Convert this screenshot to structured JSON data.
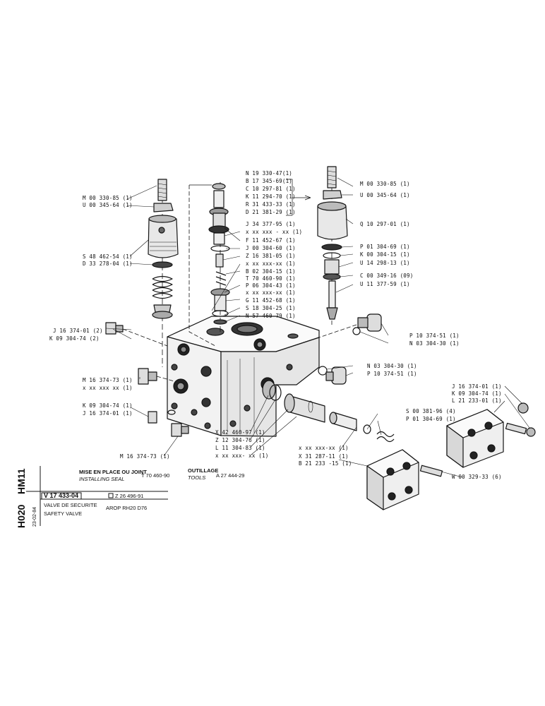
{
  "callouts_top_center": [
    "N 19  330-47(1)",
    "B 17  345-69(1)",
    "C 10  297-81 (1)",
    "K 11  294-70 (1)",
    "R 31  433-33 (1)",
    "D 21  381-29 (1)"
  ],
  "callouts_center": [
    "J 34  377-95 (1)",
    "x xx  xxx - xx  (1)",
    "F 11  452-67  (1)",
    "J 00  304-60  (1)",
    "Z 16  381-05  (1)",
    "x xx  xxx-xx  (1)",
    "B 02  304-15  (1)",
    "T 70  460-90 (1)",
    "P 06  304-43  (1)",
    "x xx  xxx-xx  (1)",
    "G 11  452-68  (1)",
    "S 18  304-25  (1)",
    "N 57  460-79  (1)"
  ],
  "callouts_left": {
    "m00": "M 00  330-85 (1)",
    "u00": "U 00  345-64 (1)",
    "s48": "S 48  462-54 (1)",
    "d33": "D 33  278-04 (1)",
    "j16a": "J 16  374-01 (2)",
    "k09a": "K 09  304-74 (2)",
    "m16a": "M 16  374-73 (1)",
    "xxa": "x xx  xxx  xx (1)",
    "k09b": "K 09  304-74 (1)",
    "j16b": "J 16  374-01 (1)",
    "m16b": "M 16  374-73 (1)"
  },
  "callouts_right": {
    "m00": "M 00  330-85 (1)",
    "u00": "U 00  345-64 (1)",
    "q10": "Q 10  297-01 (1)",
    "p01a": "P 01  304-69 (1)",
    "k00": "K 00  304-15 (1)",
    "u14": "U 14  298-13 (1)",
    "c00": "C 00  349-16 (09)",
    "u11": "U 11  377-59 (1)",
    "p10a": "P 10  374-51 (1)",
    "n03a": "N 03  304-30 (1)",
    "n03b": "N 03  304-30 (1)",
    "p10b": "P 10  374-51 (1)"
  },
  "callouts_bottom": {
    "x42": "X 42  460-97 (1)",
    "z12": "Z 12  304-76 (1)",
    "l11": "L 11  304-83 (1)",
    "xx1": "x xx  xxx- xx (1)",
    "s00": "S 00  381-96 (4)",
    "p01b": "P 01  304-69 (1)",
    "xx2": "x xx  xxx-xx (1)",
    "x31": "X 31  287-11 (1)",
    "b21": "B 21  233 -15 (1)",
    "j16c": "J 16  374-01 (1)",
    "k09c": "K 09  304-74 (1)",
    "l21": "L 21  233-01 (1)",
    "w00": "W 00  329-33 (6)"
  },
  "title_block": {
    "mise_en_place": "MISE EN PLACE OU JOINT",
    "installing_seal": "INSTALLING SEAL",
    "seal_tool": "T 70 460-90",
    "outillage": "OUTILLAGE",
    "tools": "TOOLS",
    "tool_ref": "A 27 444-29",
    "part_number": "V 17  433-04",
    "ref_z": "Z 26 496-91",
    "desc_fr": "VALVE DE SECURITE",
    "desc_en": "SAFETY VALVE",
    "model": "AROP RH20 D76",
    "date": "23-02-84",
    "side_code_1": "HM11",
    "side_code_2": "H020"
  }
}
